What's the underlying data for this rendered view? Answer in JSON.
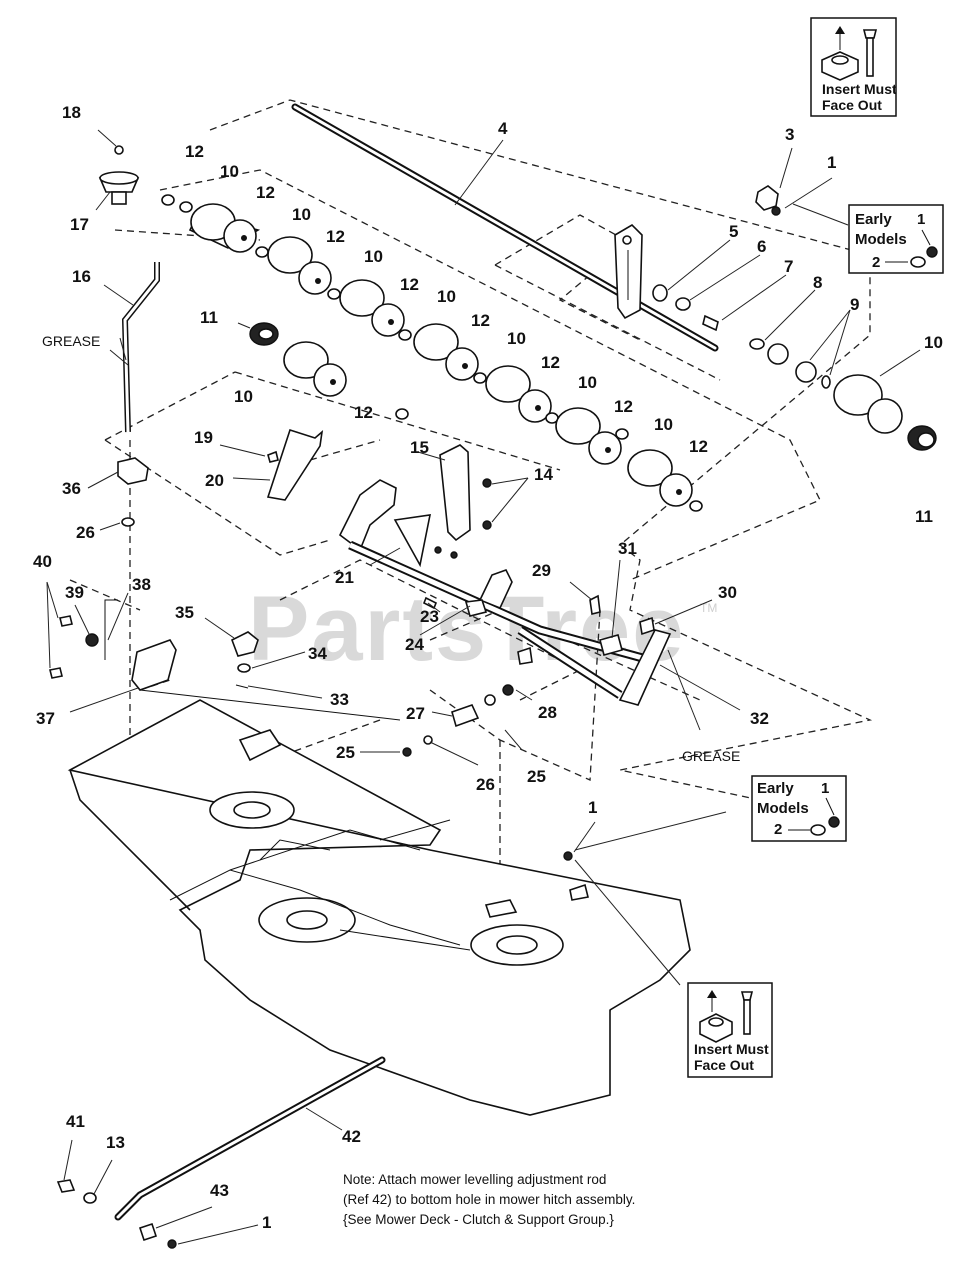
{
  "callouts": [
    {
      "id": "c18",
      "text": "18"
    },
    {
      "id": "c17",
      "text": "17"
    },
    {
      "id": "c16",
      "text": "16"
    },
    {
      "id": "c12a",
      "text": "12"
    },
    {
      "id": "c10a",
      "text": "10"
    },
    {
      "id": "c12b",
      "text": "12"
    },
    {
      "id": "c10b",
      "text": "10"
    },
    {
      "id": "c12c",
      "text": "12"
    },
    {
      "id": "c10c",
      "text": "10"
    },
    {
      "id": "c12d",
      "text": "12"
    },
    {
      "id": "c10d",
      "text": "10"
    },
    {
      "id": "c12e",
      "text": "12"
    },
    {
      "id": "c10e",
      "text": "10"
    },
    {
      "id": "c12f",
      "text": "12"
    },
    {
      "id": "c10f",
      "text": "10"
    },
    {
      "id": "c12g",
      "text": "12"
    },
    {
      "id": "c10g",
      "text": "10"
    },
    {
      "id": "c12h",
      "text": "12"
    },
    {
      "id": "c11a",
      "text": "11"
    },
    {
      "id": "c10h",
      "text": "10"
    },
    {
      "id": "c12i",
      "text": "12"
    },
    {
      "id": "c4",
      "text": "4"
    },
    {
      "id": "c3",
      "text": "3"
    },
    {
      "id": "c1a",
      "text": "1"
    },
    {
      "id": "c5",
      "text": "5"
    },
    {
      "id": "c6",
      "text": "6"
    },
    {
      "id": "c7",
      "text": "7"
    },
    {
      "id": "c8",
      "text": "8"
    },
    {
      "id": "c9",
      "text": "9"
    },
    {
      "id": "c10i",
      "text": "10"
    },
    {
      "id": "c11b",
      "text": "11"
    },
    {
      "id": "c19",
      "text": "19"
    },
    {
      "id": "c20",
      "text": "20"
    },
    {
      "id": "c15",
      "text": "15"
    },
    {
      "id": "c14",
      "text": "14"
    },
    {
      "id": "c36",
      "text": "36"
    },
    {
      "id": "c26a",
      "text": "26"
    },
    {
      "id": "c21",
      "text": "21"
    },
    {
      "id": "c29",
      "text": "29"
    },
    {
      "id": "c31",
      "text": "31"
    },
    {
      "id": "c30",
      "text": "30"
    },
    {
      "id": "c23",
      "text": "23"
    },
    {
      "id": "c24",
      "text": "24"
    },
    {
      "id": "c40",
      "text": "40"
    },
    {
      "id": "c39",
      "text": "39"
    },
    {
      "id": "c38",
      "text": "38"
    },
    {
      "id": "c35",
      "text": "35"
    },
    {
      "id": "c34",
      "text": "34"
    },
    {
      "id": "c33",
      "text": "33"
    },
    {
      "id": "c37",
      "text": "37"
    },
    {
      "id": "c27",
      "text": "27"
    },
    {
      "id": "c28",
      "text": "28"
    },
    {
      "id": "c32",
      "text": "32"
    },
    {
      "id": "c25a",
      "text": "25"
    },
    {
      "id": "c26b",
      "text": "26"
    },
    {
      "id": "c25b",
      "text": "25"
    },
    {
      "id": "c1b",
      "text": "1"
    },
    {
      "id": "c41",
      "text": "41"
    },
    {
      "id": "c13",
      "text": "13"
    },
    {
      "id": "c42",
      "text": "42"
    },
    {
      "id": "c43",
      "text": "43"
    },
    {
      "id": "c1c",
      "text": "1"
    }
  ],
  "labels": {
    "grease_top": "GREASE",
    "grease_bottom": "GREASE"
  },
  "insert_box_top": {
    "line1": "Insert Must",
    "line2": "Face Out"
  },
  "insert_box_bottom": {
    "line1": "Insert Must",
    "line2": "Face Out"
  },
  "early_box_top": {
    "line1": "Early",
    "line2": "Models",
    "num1": "1",
    "num2": "2"
  },
  "early_box_mid": {
    "line1": "Early",
    "line2": "Models",
    "num1": "1",
    "num2": "2"
  },
  "note": {
    "line1": "Note: Attach mower levelling adjustment rod",
    "line2": "(Ref 42) to bottom hole in mower hitch assembly.",
    "line3": "{See Mower Deck - Clutch & Support Group.}"
  },
  "watermark": {
    "text": "PartsTree",
    "tm": "TM"
  }
}
